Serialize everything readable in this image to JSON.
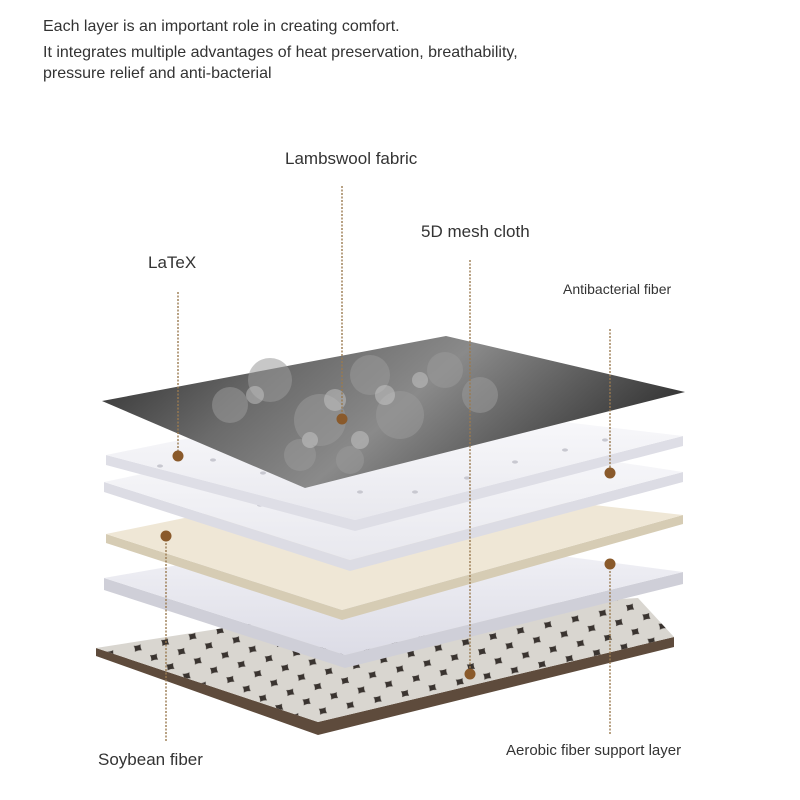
{
  "intro": {
    "line1": "Each layer is an important role in creating comfort.",
    "line2": "It integrates multiple advantages of heat preservation, breathability,",
    "line3": "pressure relief and anti-bacterial"
  },
  "layers": {
    "lambswool": "Lambswool fabric",
    "mesh": "5D mesh cloth",
    "latex": "LaTeX",
    "antibacterial": "Antibacterial fiber",
    "soybean": "Soybean fiber",
    "aerobic": "Aerobic fiber support layer"
  },
  "colors": {
    "callout_line": "#9a7a50",
    "callout_dot": "#8a5a2b",
    "soybean_layer": "#efe7d6",
    "base_layer": "#5e4b3c"
  }
}
